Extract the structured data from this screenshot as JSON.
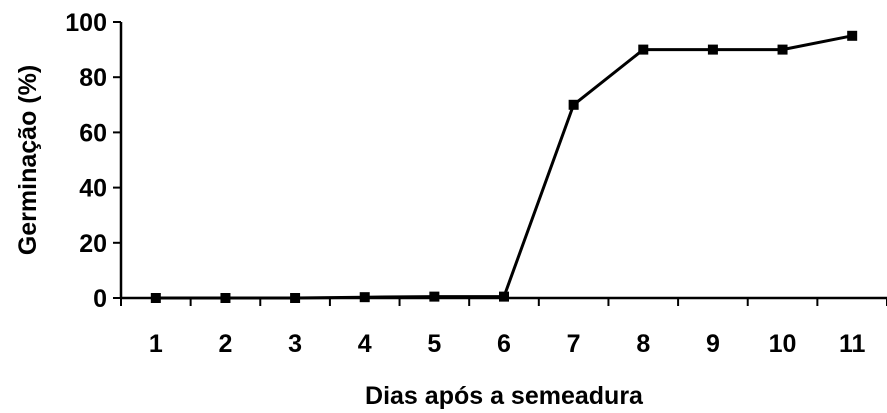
{
  "chart_data": {
    "type": "line",
    "xlabel": "Dias após a semeadura",
    "ylabel": "Germinação (%)",
    "categories": [
      "1",
      "2",
      "3",
      "4",
      "5",
      "6",
      "7",
      "8",
      "9",
      "10",
      "11"
    ],
    "ylim": [
      0,
      100
    ],
    "yticks": [
      "0",
      "20",
      "40",
      "60",
      "80",
      "100"
    ],
    "grid": false,
    "legend": "none",
    "series": [
      {
        "values": [
          0,
          0,
          0,
          0.3,
          0.5,
          0.5,
          70,
          90,
          90,
          90,
          95
        ]
      }
    ]
  }
}
